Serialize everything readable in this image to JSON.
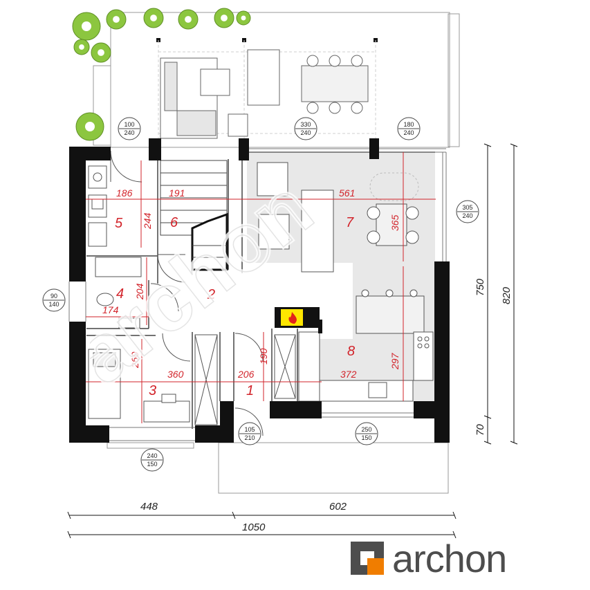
{
  "rooms": [
    {
      "num": "1"
    },
    {
      "num": "2"
    },
    {
      "num": "3"
    },
    {
      "num": "4"
    },
    {
      "num": "5"
    },
    {
      "num": "6"
    },
    {
      "num": "7"
    },
    {
      "num": "8"
    }
  ],
  "dimensions": {
    "room5_w": "186",
    "room5_h": "244",
    "room6_w": "191",
    "room7_w": "561",
    "room7_h": "365",
    "room4_w": "174",
    "room4_h": "204",
    "room3_w": "360",
    "room3_h": "260",
    "room1_w": "206",
    "room1_h": "190",
    "room8_w": "372",
    "room8_h": "297",
    "overall_h_inner": "750",
    "overall_h_outer": "820",
    "side_small": "70",
    "bottom_left": "448",
    "bottom_right": "602",
    "bottom_total": "1050"
  },
  "windows": [
    {
      "w": "100",
      "h": "240"
    },
    {
      "w": "330",
      "h": "240"
    },
    {
      "w": "180",
      "h": "240"
    },
    {
      "w": "305",
      "h": "240"
    },
    {
      "w": "90",
      "h": "140"
    },
    {
      "w": "105",
      "h": "210"
    },
    {
      "w": "250",
      "h": "150"
    },
    {
      "w": "240",
      "h": "150"
    }
  ],
  "brand": {
    "name": "archon",
    "watermark": "archon",
    "accent": "#f07d00",
    "grey": "#4d4d4d",
    "dim_red": "#d2232a",
    "wall": "#111111",
    "tree": "#8cc63f"
  }
}
